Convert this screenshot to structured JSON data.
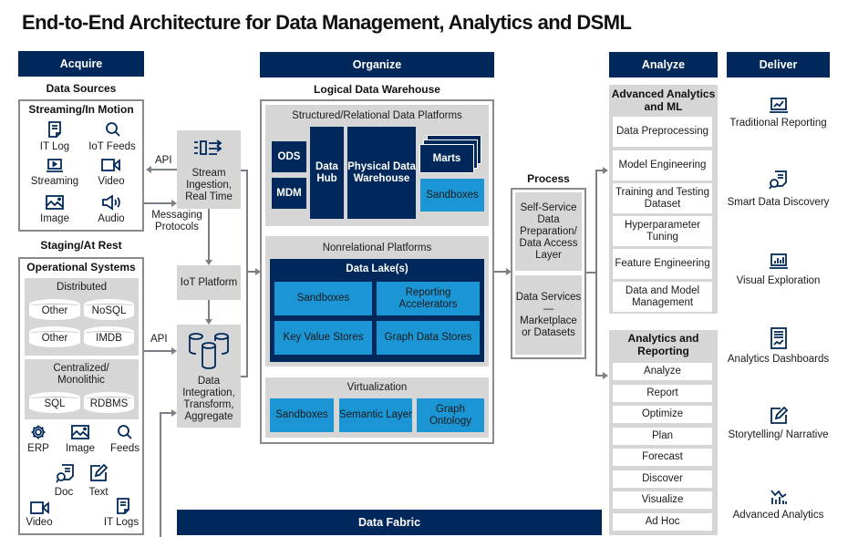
{
  "title": "End-to-End Architecture for Data Management, Analytics and DSML",
  "colors": {
    "navy": "#00285a",
    "blue": "#1b95d4",
    "grey": "#d6d6d6",
    "connector": "#7b7f86"
  },
  "acquire": {
    "header": "Acquire",
    "data_sources": "Data Sources",
    "streaming": {
      "title": "Streaming/In Motion",
      "items": [
        {
          "label": "IT Log",
          "icon": "log-document-icon"
        },
        {
          "label": "IoT Feeds",
          "icon": "search-icon"
        },
        {
          "label": "Streaming",
          "icon": "play-screen-icon"
        },
        {
          "label": "Video",
          "icon": "video-camera-icon"
        },
        {
          "label": "Image",
          "icon": "image-icon"
        },
        {
          "label": "Audio",
          "icon": "speaker-icon"
        }
      ]
    },
    "staging": "Staging/At Rest",
    "operational": {
      "title": "Operational Systems",
      "distributed": {
        "title": "Distributed",
        "items": [
          "Other",
          "NoSQL",
          "Other",
          "IMDB"
        ]
      },
      "centralized": {
        "title": "Centralized/ Monolithic",
        "items": [
          "SQL",
          "RDBMS"
        ]
      },
      "icons": [
        {
          "label": "ERP",
          "icon": "gear-icon"
        },
        {
          "label": "Image",
          "icon": "image-icon"
        },
        {
          "label": "Feeds",
          "icon": "search-icon"
        },
        {
          "label": "Doc",
          "icon": "document-search-icon"
        },
        {
          "label": "Text",
          "icon": "edit-pencil-icon"
        },
        {
          "label": "Video",
          "icon": "video-camera-icon"
        },
        {
          "label": "IT Logs",
          "icon": "log-document-icon"
        }
      ]
    },
    "connectors": {
      "api_top": "API",
      "messaging": "Messaging Protocols",
      "api_bottom": "API"
    },
    "stream_ingestion": "Stream Ingestion, Real Time",
    "iot_platform": "IoT Platform",
    "data_integration": "Data Integration, Transform, Aggregate"
  },
  "organize": {
    "header": "Organize",
    "ldw": "Logical Data Warehouse",
    "structured": {
      "title": "Structured/Relational Data Platforms",
      "ods": "ODS",
      "mdm": "MDM",
      "hub": "Data Hub",
      "pdw": "Physical Data Warehouse",
      "marts": "Marts",
      "sandboxes": "Sandboxes"
    },
    "nonrelational": {
      "title": "Nonrelational Platforms",
      "lake": "Data Lake(s)",
      "items": [
        "Sandboxes",
        "Reporting Accelerators",
        "Key Value Stores",
        "Graph Data Stores"
      ]
    },
    "virtualization": {
      "title": "Virtualization",
      "items": [
        "Sandboxes",
        "Semantic Layer",
        "Graph Ontology"
      ]
    }
  },
  "process": {
    "title": "Process",
    "items": [
      "Self-Service Data Preparation/ Data Access Layer",
      "Data Services — Marketplace or Datasets"
    ]
  },
  "analyze": {
    "header": "Analyze",
    "advanced": {
      "title": "Advanced Analytics and ML",
      "items": [
        "Data Preprocessing",
        "Model Engineering",
        "Training and Testing Dataset",
        "Hyperparameter Tuning",
        "Feature Engineering",
        "Data and Model Management"
      ]
    },
    "reporting": {
      "title": "Analytics and Reporting",
      "items": [
        "Analyze",
        "Report",
        "Optimize",
        "Plan",
        "Forecast",
        "Discover",
        "Visualize",
        "Ad Hoc"
      ]
    }
  },
  "deliver": {
    "header": "Deliver",
    "items": [
      {
        "label": "Traditional Reporting",
        "icon": "line-chart-monitor-icon"
      },
      {
        "label": "Smart Data Discovery",
        "icon": "document-search-icon"
      },
      {
        "label": "Visual Exploration",
        "icon": "bar-chart-monitor-icon"
      },
      {
        "label": "Analytics Dashboards",
        "icon": "dashboard-document-icon"
      },
      {
        "label": "Storytelling/ Narrative",
        "icon": "edit-pencil-icon"
      },
      {
        "label": "Advanced Analytics",
        "icon": "trend-bar-icon"
      }
    ]
  },
  "data_fabric": "Data Fabric"
}
